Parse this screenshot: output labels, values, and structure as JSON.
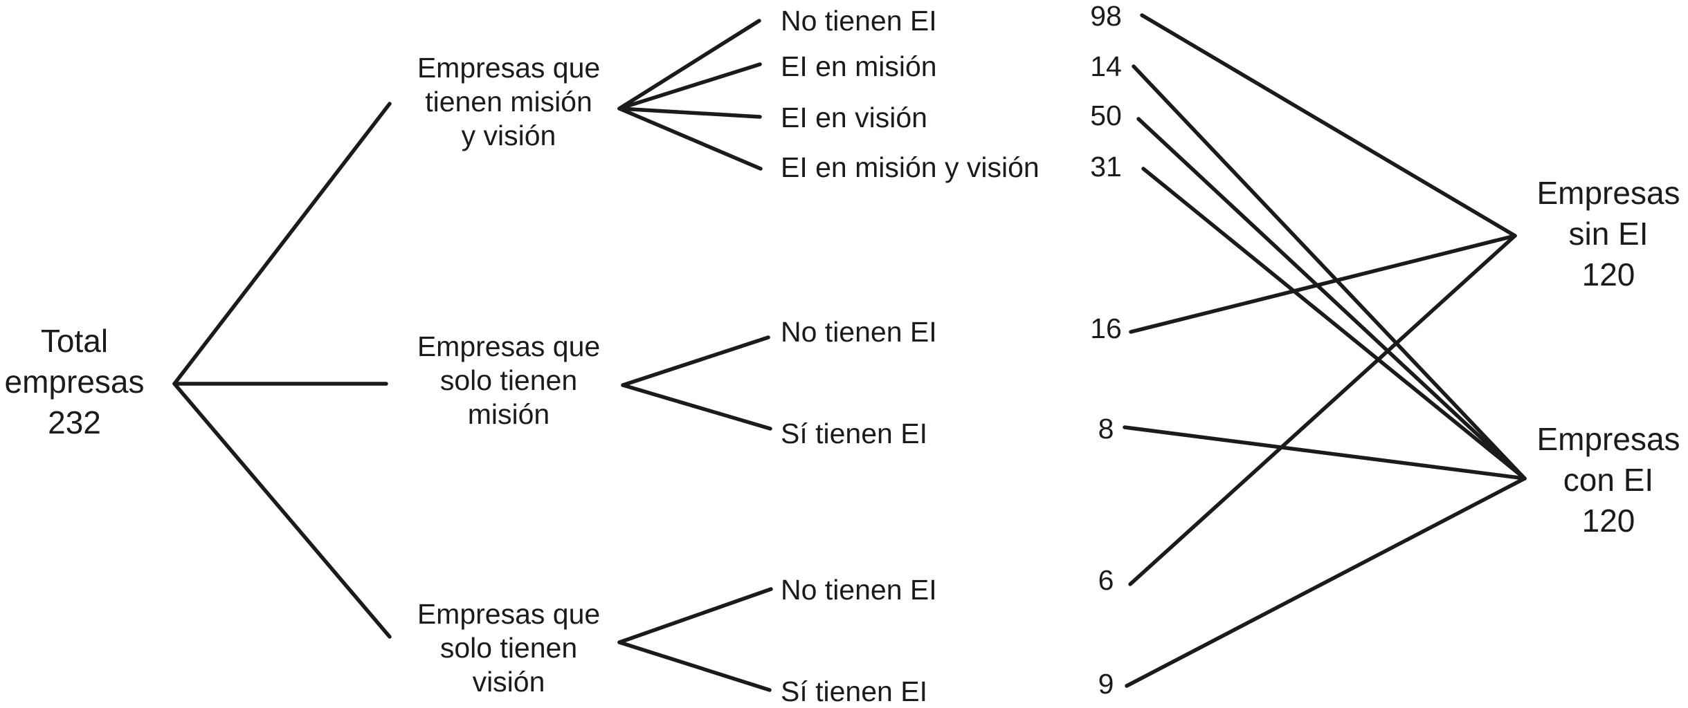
{
  "diagram": {
    "title": "Tree of companies by mission/vision and EI",
    "colors": {
      "line": "#1b1b1b",
      "text": "#1b1b1b",
      "background": "#ffffff"
    },
    "root": {
      "lines": [
        "Total",
        "empresas",
        "232"
      ],
      "label": "Total empresas",
      "value": "232"
    },
    "branches": [
      {
        "name": "tienen-mision-y-vision",
        "lines": [
          "Empresas que",
          "tienen misión",
          "y visión"
        ],
        "leaves": [
          {
            "label": "No tienen EI",
            "value": "98",
            "links_to": "sin-ei"
          },
          {
            "label": "EI en misión",
            "value": "14",
            "links_to": "con-ei"
          },
          {
            "label": "EI en visión",
            "value": "50",
            "links_to": "con-ei"
          },
          {
            "label": "EI en misión y visión",
            "value": "31",
            "links_to": "con-ei"
          }
        ]
      },
      {
        "name": "solo-tienen-mision",
        "lines": [
          "Empresas que",
          "solo tienen",
          "misión"
        ],
        "leaves": [
          {
            "label": "No tienen EI",
            "value": "16",
            "links_to": "sin-ei"
          },
          {
            "label": "Sí tienen EI",
            "value": "8",
            "links_to": "con-ei"
          }
        ]
      },
      {
        "name": "solo-tienen-vision",
        "lines": [
          "Empresas que",
          "solo tienen",
          "visión"
        ],
        "leaves": [
          {
            "label": "No tienen EI",
            "value": "6",
            "links_to": "sin-ei"
          },
          {
            "label": "Sí tienen EI",
            "value": "9",
            "links_to": "con-ei"
          }
        ]
      }
    ],
    "totals": [
      {
        "name": "sin-ei",
        "lines": [
          "Empresas",
          "sin EI",
          "120"
        ],
        "label": "Empresas sin EI",
        "value": "120"
      },
      {
        "name": "con-ei",
        "lines": [
          "Empresas",
          "con EI",
          "120"
        ],
        "label": "Empresas con EI",
        "value": "120"
      }
    ]
  }
}
